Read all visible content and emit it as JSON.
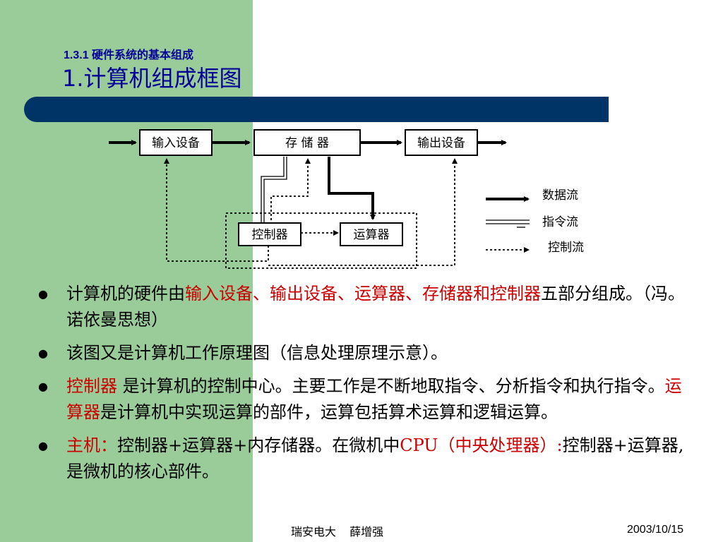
{
  "slide": {
    "subtitle": "1.3.1 硬件系统的基本组成",
    "title": "1.计算机组成框图"
  },
  "diagram": {
    "boxes": {
      "input": "输入设备",
      "memory": "存 储 器",
      "output": "输出设备",
      "controller": "控制器",
      "alu": "运算器"
    },
    "legend": {
      "data_flow": "数据流",
      "instruction_flow": "指令流",
      "control_flow": "控制流"
    }
  },
  "bullets": {
    "b1": {
      "t1": "计算机的硬件由",
      "t2": "输入设备、输出设备、运算器、存储器和控制器",
      "t3": "五部分组成。（冯。诺依曼思想）"
    },
    "b2": {
      "t1": "该图又是计算机工作原理图（信息处理原理示意）。"
    },
    "b3": {
      "t1": "控制器",
      "t2": " 是计算机的控制中心。主要工作是不断地取指令、分析指令和执行指令。",
      "t3": "运算器",
      "t4": "是计算机中实现运算的部件，运算包括算术运算和逻辑运算。"
    },
    "b4": {
      "t1": "主机：",
      "t2": "控制器+运算器+内存储器。在微机中",
      "t3": "CPU（中央处理器）:",
      "t4": "控制器+运算器,是微机的核心部件。"
    }
  },
  "footer": {
    "author": "瑞安电大 薛增强",
    "date": "2003/10/15"
  },
  "colors": {
    "band": "#99cc99",
    "bar": "#003366",
    "title": "#000099",
    "highlight": "#cc0000"
  }
}
